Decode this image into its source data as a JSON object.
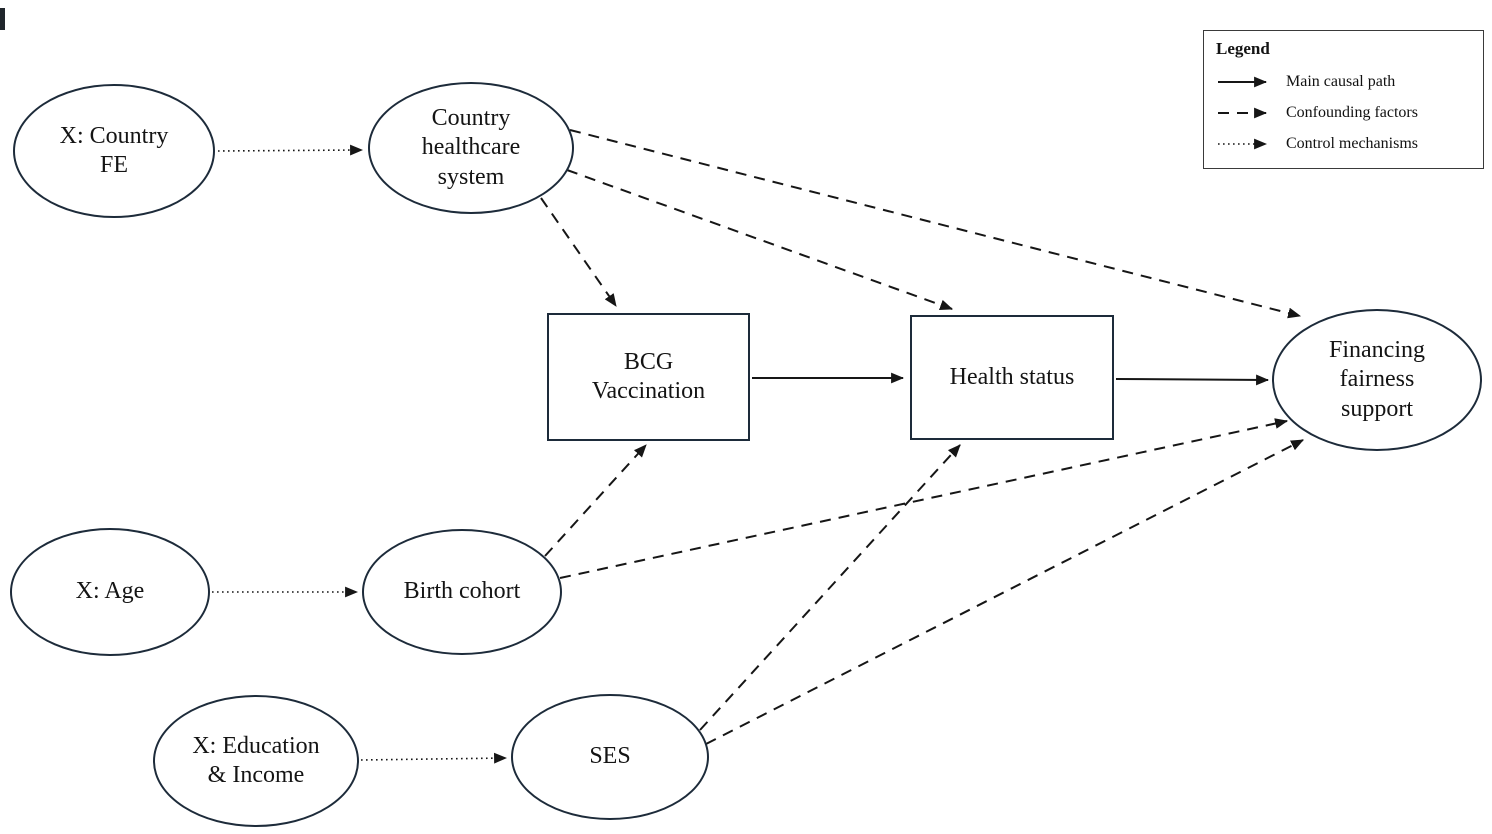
{
  "diagram": {
    "nodes": {
      "country_fe": {
        "label": "X: Country\nFE",
        "shape": "ellipse"
      },
      "healthcare": {
        "label": "Country\nhealthcare\nsystem",
        "shape": "ellipse"
      },
      "age": {
        "label": "X: Age",
        "shape": "ellipse"
      },
      "birth_cohort": {
        "label": "Birth cohort",
        "shape": "ellipse"
      },
      "education": {
        "label": "X: Education\n& Income",
        "shape": "ellipse"
      },
      "ses": {
        "label": "SES",
        "shape": "ellipse"
      },
      "bcg": {
        "label": "BCG\nVaccination",
        "shape": "rect"
      },
      "health": {
        "label": "Health status",
        "shape": "rect"
      },
      "financing": {
        "label": "Financing\nfairness\nsupport",
        "shape": "ellipse"
      }
    },
    "edges": [
      {
        "from": "country_fe",
        "to": "healthcare",
        "type": "control"
      },
      {
        "from": "age",
        "to": "birth_cohort",
        "type": "control"
      },
      {
        "from": "education",
        "to": "ses",
        "type": "control"
      },
      {
        "from": "bcg",
        "to": "health",
        "type": "main"
      },
      {
        "from": "health",
        "to": "financing",
        "type": "main"
      },
      {
        "from": "healthcare",
        "to": "bcg",
        "type": "confounding"
      },
      {
        "from": "healthcare",
        "to": "health",
        "type": "confounding"
      },
      {
        "from": "healthcare",
        "to": "financing",
        "type": "confounding"
      },
      {
        "from": "birth_cohort",
        "to": "bcg",
        "type": "confounding"
      },
      {
        "from": "birth_cohort",
        "to": "financing",
        "type": "confounding"
      },
      {
        "from": "ses",
        "to": "health",
        "type": "confounding"
      },
      {
        "from": "ses",
        "to": "financing",
        "type": "confounding"
      }
    ]
  },
  "legend": {
    "title": "Legend",
    "items": [
      {
        "style": "solid",
        "label": "Main causal path"
      },
      {
        "style": "dashed",
        "label": "Confounding factors"
      },
      {
        "style": "dotted",
        "label": "Control mechanisms"
      }
    ]
  },
  "colors": {
    "node_border": "#1d2b3a",
    "line": "#161616",
    "background": "#ffffff"
  }
}
